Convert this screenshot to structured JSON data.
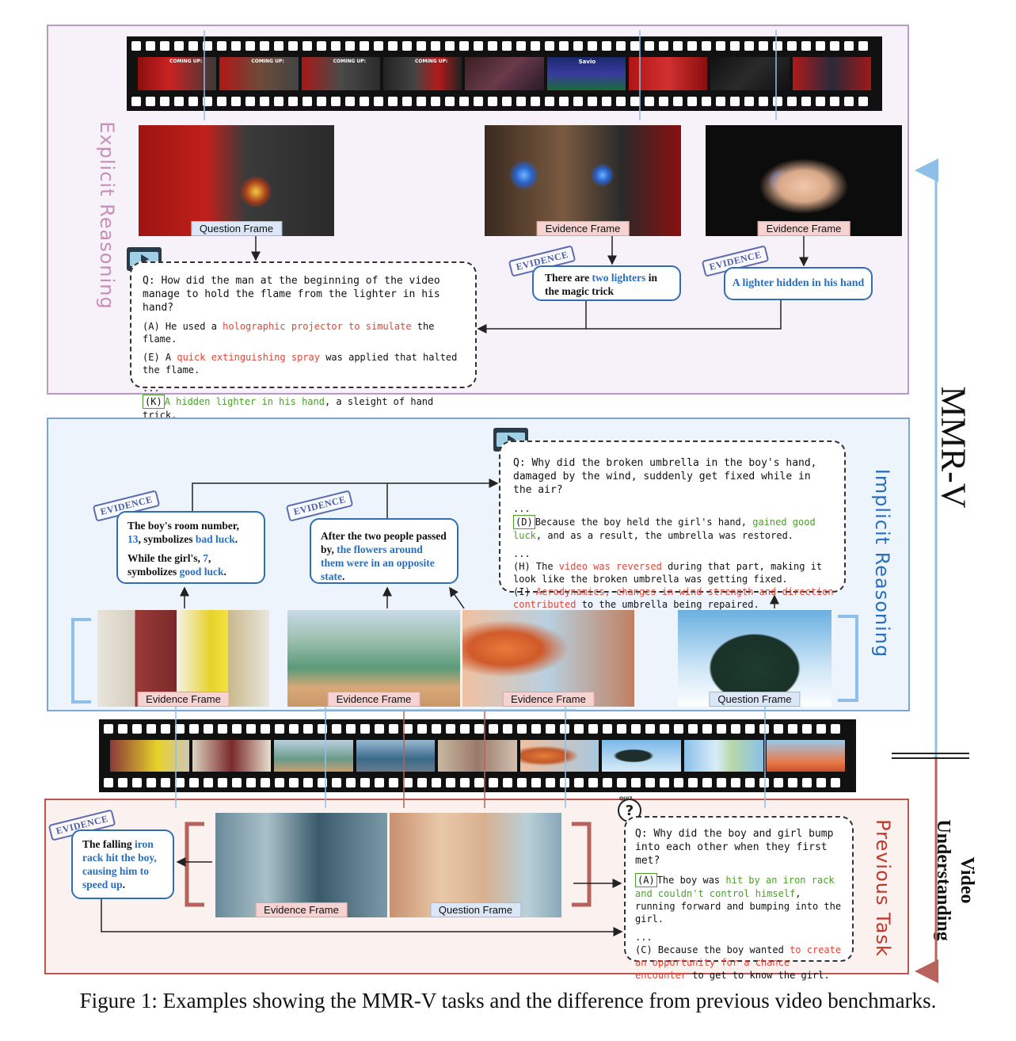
{
  "panels": {
    "explicit_label": "Explicit Reasoning",
    "implicit_label": "Implicit Reasoning",
    "previous_label": "Previous Task"
  },
  "axis": {
    "mmrv_label": "MMR-V",
    "video_label_line1": "Video",
    "video_label_line2": "Understanding"
  },
  "frame_labels": {
    "question": "Question Frame",
    "evidence": "Evidence Frame"
  },
  "stamp": "EVIDENCE",
  "quiz_icon": "QUIZ",
  "filmstrip_top_titles": [
    "COMING UP:",
    "COMING UP:",
    "COMING UP:",
    "COMING UP:",
    "",
    "Savio",
    "",
    "",
    ""
  ],
  "explicit": {
    "question": "Q: How did the man at the beginning of the video manage to hold the flame from the lighter in his hand?",
    "options": [
      {
        "prefix": "(A) He used a ",
        "highlight": "holographic projector to simulate",
        "suffix": " the flame.",
        "color": "red"
      },
      {
        "prefix": "(E) A ",
        "highlight": "quick extinguishing spray",
        "suffix": " was applied that halted the flame.",
        "color": "red"
      }
    ],
    "ellipsis": "...",
    "answer": {
      "prefix": "(K) ",
      "highlight": "A hidden lighter in his hand",
      "suffix": ", a sleight of hand trick."
    },
    "evidence1_pre": "There are ",
    "evidence1_hl": "two lighters",
    "evidence1_post": " in the magic trick",
    "evidence2": "A lighter hidden in his hand"
  },
  "implicit": {
    "question": "Q: Why did the broken umbrella in the boy's hand, damaged by the wind, suddenly get fixed while in the air?",
    "ellipsis": "...",
    "answer": {
      "prefix": "(D) ",
      "text1": "Because the boy held the girl's hand, ",
      "highlight": "gained good luck",
      "text2": ", and as a result, the umbrella was restored."
    },
    "opt_h": {
      "prefix": "(H) The ",
      "highlight": "video was reversed",
      "suffix": " during that part, making it look like the broken umbrella was getting fixed."
    },
    "opt_i": {
      "prefix": "(I) ",
      "highlight": "Aerodynamics, changes in wind strength and direction contributed",
      "suffix": " to the umbrella being repaired."
    },
    "ev1_line1": "The boy's room number,",
    "ev1_num": "13",
    "ev1_mid": ", symbolizes ",
    "ev1_bad": "bad luck",
    "ev1_end": ".",
    "ev1_line2a": "While the girl's, ",
    "ev1_num2": "7",
    "ev1_line2b": ",",
    "ev1_line3a": "symbolizes ",
    "ev1_good": "good luck",
    "ev1_line3b": ".",
    "ev2_pre": "After the two people passed by, ",
    "ev2_hl": "the flowers around them were in an opposite state",
    "ev2_post": "."
  },
  "previous": {
    "question": "Q: Why did the boy and girl bump into each other when they first met?",
    "answer": {
      "prefix": "(A) ",
      "text1": "The boy was ",
      "highlight": "hit by an iron rack and couldn't control himself",
      "text2": ", running forward and bumping into the girl."
    },
    "ellipsis": "...",
    "opt_c": {
      "prefix": "(C) Because the boy wanted ",
      "highlight": "to create an opportunity for a chance encounter",
      "suffix": " to get to know the girl."
    },
    "ev_pre": "The falling ",
    "ev_hl": "iron rack hit the boy, causing him to speed up",
    "ev_post": "."
  },
  "caption": "Figure 1: Examples showing the MMR-V tasks and the difference from previous video benchmarks.",
  "colors": {
    "explicit_border": "#b89ac6",
    "implicit_border": "#7ea6d4",
    "previous_border": "#c0554f",
    "axis_up": "#8fbfe8",
    "axis_down": "#b8625c"
  }
}
